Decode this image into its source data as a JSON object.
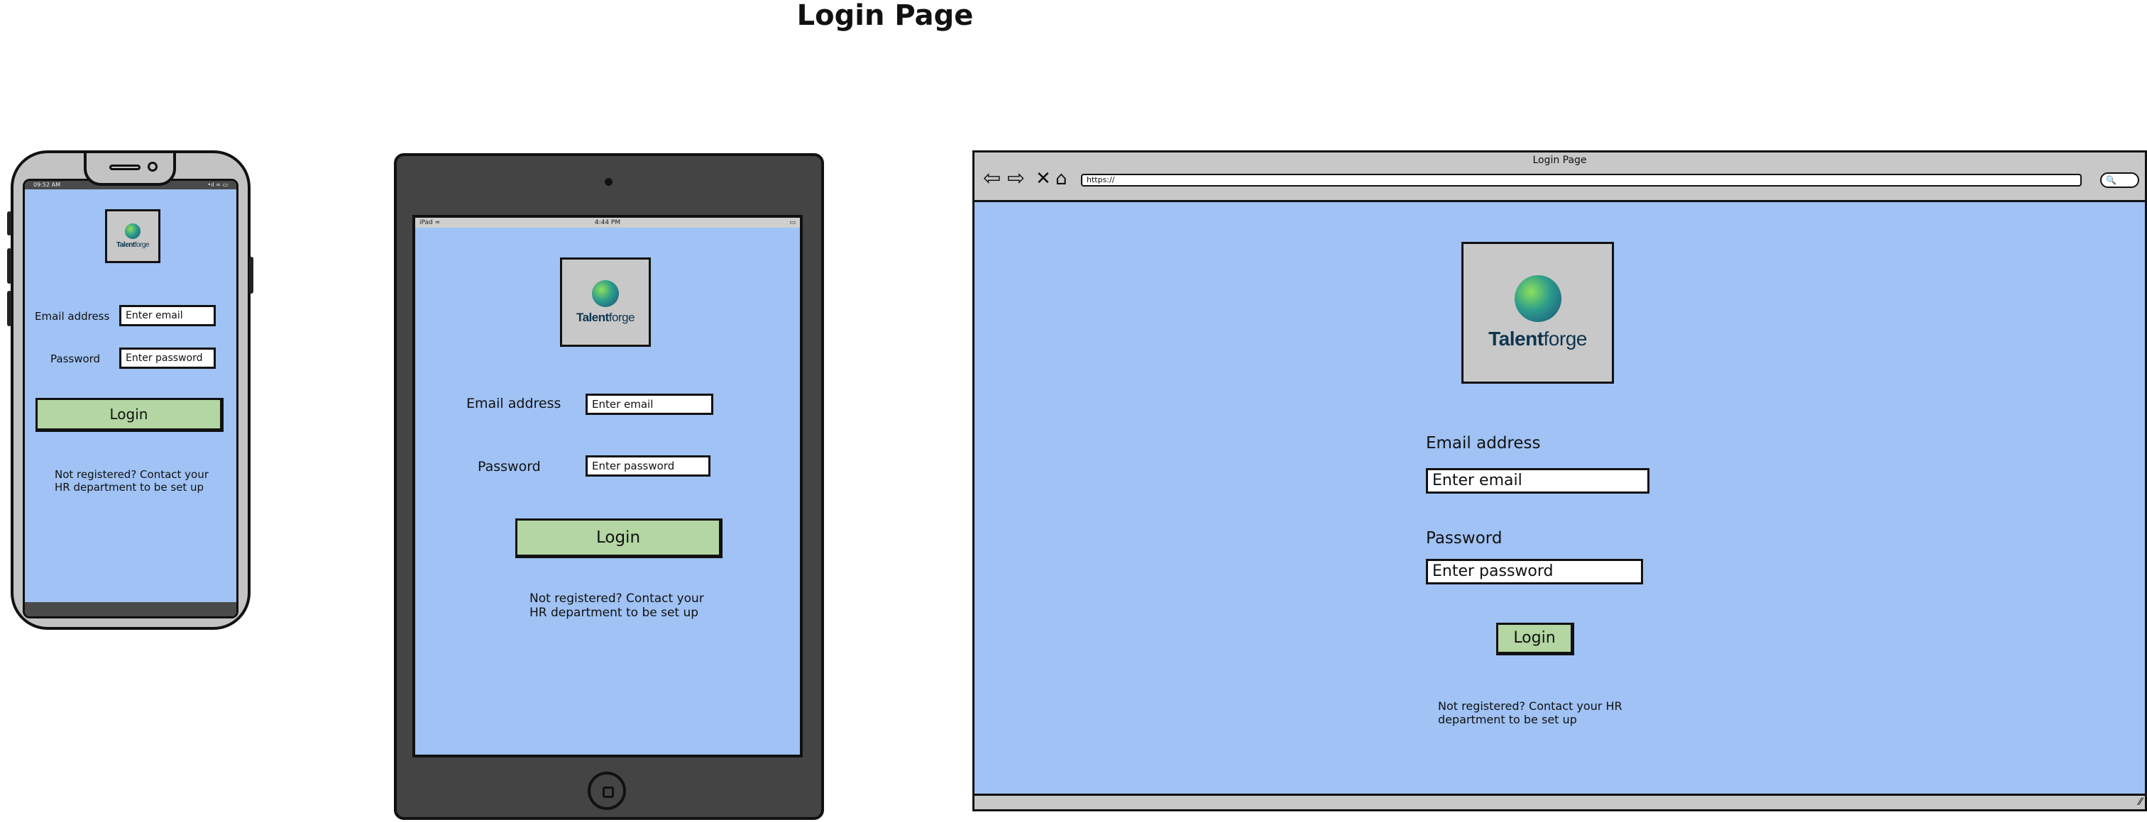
{
  "page": {
    "title": "Login Page"
  },
  "brand": {
    "logo_word_bold": "Talent",
    "logo_word_light": "forge",
    "logo_dot": "."
  },
  "colors": {
    "screen": "#a0c2f4",
    "button": "#b3d6a3",
    "device": "#444444",
    "chrome": "#c8c8c8"
  },
  "phone": {
    "status_time": "09:52 AM",
    "status_right": "•ıl ≈ ▭",
    "email_label": "Email address",
    "email_placeholder": "Enter email",
    "password_label": "Password",
    "password_placeholder": "Enter password",
    "login_label": "Login",
    "note_line1": "Not registered? Contact your",
    "note_line2": "HR department to be set up"
  },
  "tablet": {
    "status_left": "iPad ≈",
    "status_time": "4:44 PM",
    "status_right": "▭",
    "email_label": "Email address",
    "email_placeholder": "Enter email",
    "password_label": "Password",
    "password_placeholder": "Enter password",
    "login_label": "Login",
    "note_line1": "Not registered? Contact your",
    "note_line2": "HR department to be set up"
  },
  "browser": {
    "window_title": "Login Page",
    "url": "https://",
    "nav_icons": [
      "back-arrow-icon",
      "forward-arrow-icon",
      "close-x-icon",
      "home-icon"
    ],
    "search_glyph": "🔍",
    "email_label": "Email address",
    "email_placeholder": "Enter email",
    "password_label": "Password",
    "password_placeholder": "Enter password",
    "login_label": "Login",
    "note_line1": "Not registered? Contact your HR",
    "note_line2": "department to be set up"
  }
}
